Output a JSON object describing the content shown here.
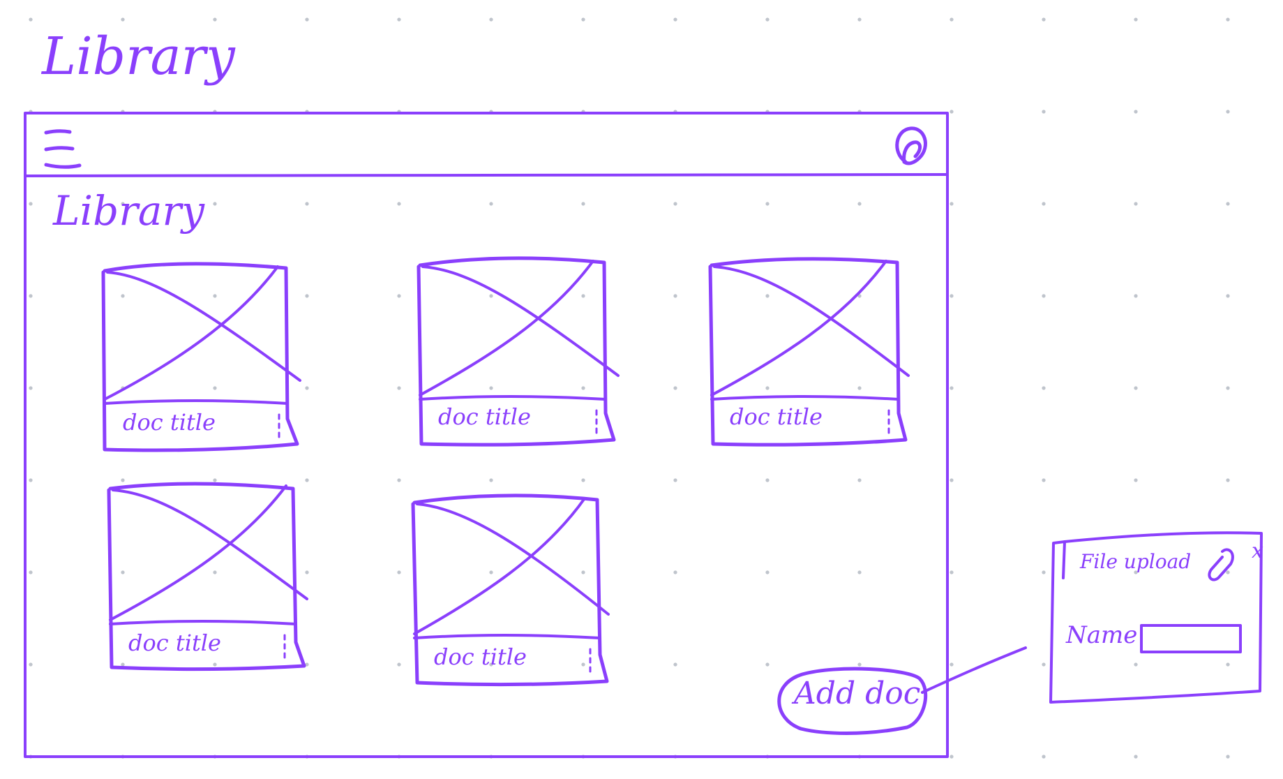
{
  "page": {
    "title": "Library"
  },
  "app": {
    "screen_title": "Library",
    "menu_icon": "hamburger-menu-icon",
    "profile_icon": "profile-avatar-icon"
  },
  "library": {
    "docs": [
      {
        "title": "doc title",
        "placeholder_icon": "image-placeholder-icon",
        "menu_icon": "more-vertical-icon"
      },
      {
        "title": "doc title",
        "placeholder_icon": "image-placeholder-icon",
        "menu_icon": "more-vertical-icon"
      },
      {
        "title": "doc title",
        "placeholder_icon": "image-placeholder-icon",
        "menu_icon": "more-vertical-icon"
      },
      {
        "title": "doc title",
        "placeholder_icon": "image-placeholder-icon",
        "menu_icon": "more-vertical-icon"
      },
      {
        "title": "doc title",
        "placeholder_icon": "image-placeholder-icon",
        "menu_icon": "more-vertical-icon"
      }
    ],
    "add_doc_label": "Add doc"
  },
  "file_upload_popup": {
    "title": "File upload",
    "attach_icon": "paperclip-icon",
    "close_label": "x",
    "name_label": "Name",
    "name_value": ""
  },
  "colors": {
    "ink": "#8a3ffc",
    "background": "#ffffff",
    "grid_dot": "#bfc4cc"
  }
}
